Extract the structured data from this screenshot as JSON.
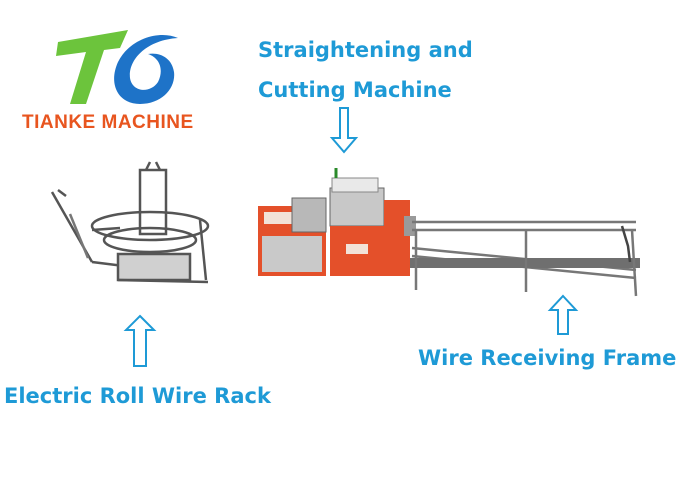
{
  "labels": {
    "straightening_line1": "Straightening and",
    "straightening_line2": "Cutting Machine",
    "roll_rack": "Electric Roll Wire Rack",
    "receiving_frame": "Wire Receiving Frame"
  },
  "logo": {
    "brand_text": "TIANKE MACHINE",
    "colors": {
      "green": "#6cc43c",
      "blue": "#1e73c8",
      "orange": "#e8551f"
    }
  },
  "colors": {
    "label": "#1e9ad6",
    "machine": "#e4502a",
    "steel": "#888888"
  },
  "icons": [
    "up-arrow-icon",
    "down-arrow-icon"
  ]
}
